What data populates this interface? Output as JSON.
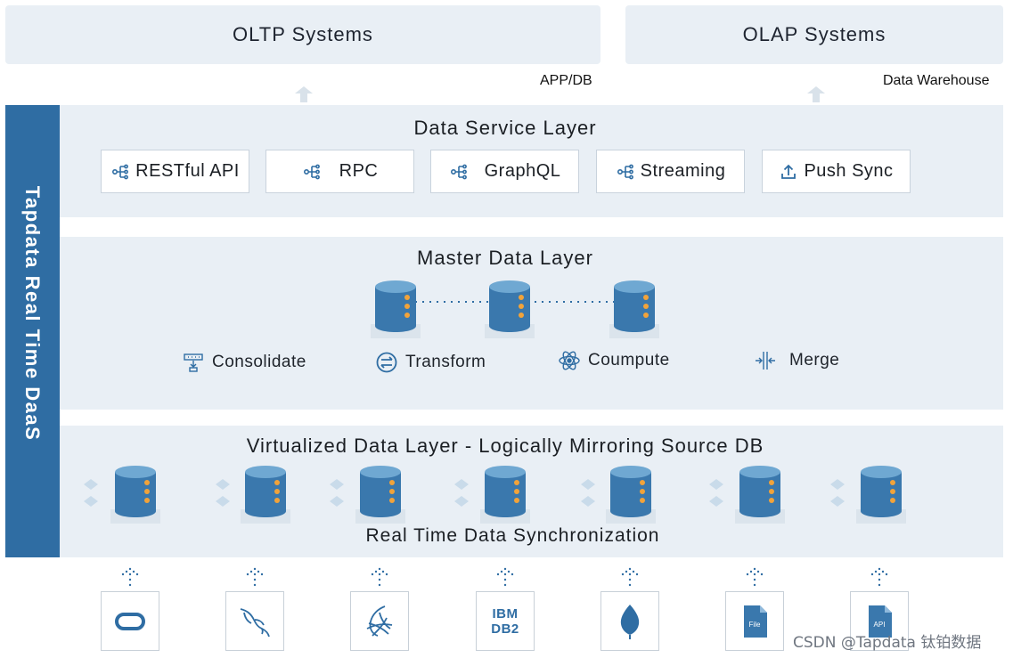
{
  "top": {
    "oltp_title": "OLTP Systems",
    "olap_title": "OLAP Systems",
    "oltp_sublabel": "APP/DB",
    "olap_sublabel": "Data Warehouse"
  },
  "side_label": "Tapdata Real Time DaaS",
  "service_layer": {
    "title": "Data Service Layer",
    "buttons": [
      {
        "label": "RESTful API",
        "icon": "api-tree-icon"
      },
      {
        "label": "RPC",
        "icon": "api-tree-icon"
      },
      {
        "label": "GraphQL",
        "icon": "api-tree-icon"
      },
      {
        "label": "Streaming",
        "icon": "api-tree-icon"
      },
      {
        "label": "Push Sync",
        "icon": "upload-icon"
      }
    ]
  },
  "master_layer": {
    "title": "Master Data Layer",
    "operations": [
      {
        "label": "Consolidate",
        "icon": "consolidate-icon"
      },
      {
        "label": "Transform",
        "icon": "transform-icon"
      },
      {
        "label": "Coumpute",
        "icon": "compute-icon"
      },
      {
        "label": "Merge",
        "icon": "merge-icon"
      }
    ]
  },
  "virtual_layer": {
    "title": "Virtualized Data Layer - Logically Mirroring Source DB",
    "sync_label": "Real Time Data Synchronization"
  },
  "sources": [
    {
      "name": "oracle-source",
      "icon": "oracle-icon",
      "text": ""
    },
    {
      "name": "mysql-source",
      "icon": "mysql-icon",
      "text": ""
    },
    {
      "name": "sqlserver-source",
      "icon": "sqlserver-icon",
      "text": ""
    },
    {
      "name": "db2-source",
      "icon": "ibm-db2-icon",
      "text": "IBM DB2"
    },
    {
      "name": "mongodb-source",
      "icon": "mongodb-leaf-icon",
      "text": ""
    },
    {
      "name": "file-source",
      "icon": "file-icon",
      "text": "File"
    },
    {
      "name": "api-source",
      "icon": "api-file-icon",
      "text": "API"
    }
  ],
  "watermark": "CSDN @Tapdata 钛铂数据",
  "colors": {
    "accent": "#2f6da3",
    "layer_bg": "#e9eff5",
    "db_body": "#3a78ad",
    "db_top": "#6fa8d2",
    "db_light": "#f2a33a"
  }
}
